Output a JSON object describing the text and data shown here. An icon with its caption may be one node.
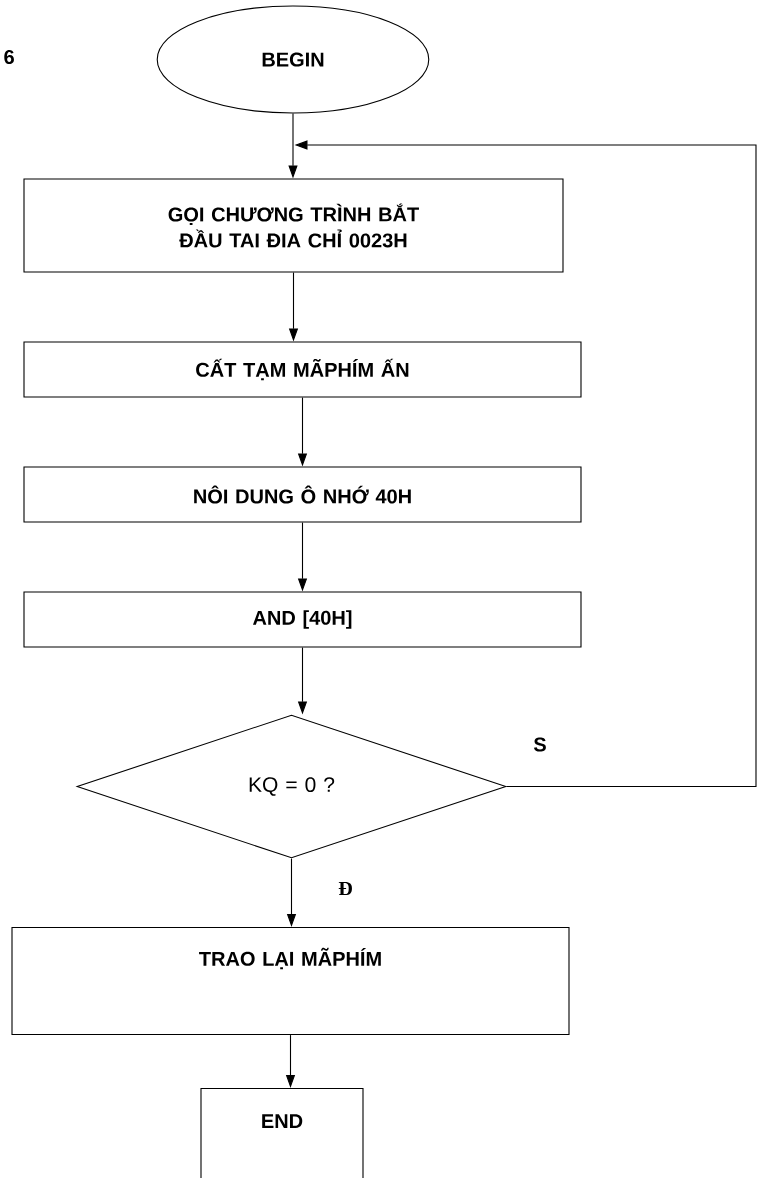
{
  "diagram": {
    "nodes": [
      {
        "text": [
          "BEGIN"
        ]
      },
      {
        "text": [
          "GỌI CHƯƠNG TRÌNH BẮT ĐẦU TAI ĐIA CHỈ 0023H"
        ]
      },
      {
        "text": [
          "CẤT TẠM MÃPHÍM ẤN"
        ]
      },
      {
        "text": [
          "NÔI DUNG Ô NHỚ 40H"
        ]
      },
      {
        "text": [
          "AND [40H]"
        ]
      },
      {
        "text": [
          "KQ = 0 ?"
        ]
      },
      {
        "text": [
          "TRAO LẠI MÃPHÍM"
        ]
      },
      {
        "text": [
          "END"
        ]
      }
    ],
    "edges": [
      {
        "from": 0,
        "to": 1,
        "arrow": "to"
      },
      {
        "from": 1,
        "to": 2,
        "arrow": "to"
      },
      {
        "from": 2,
        "to": 3,
        "arrow": "to"
      },
      {
        "from": 3,
        "to": 4,
        "arrow": "to"
      },
      {
        "from": 4,
        "to": 5,
        "arrow": "to"
      },
      {
        "from": 5,
        "to": 6,
        "arrow": "to",
        "label": "Đ"
      },
      {
        "from": 6,
        "to": 7,
        "arrow": "to"
      },
      {
        "from": 5,
        "to": 1,
        "arrow": "to",
        "label": "S"
      }
    ],
    "labels": [
      "6"
    ]
  }
}
